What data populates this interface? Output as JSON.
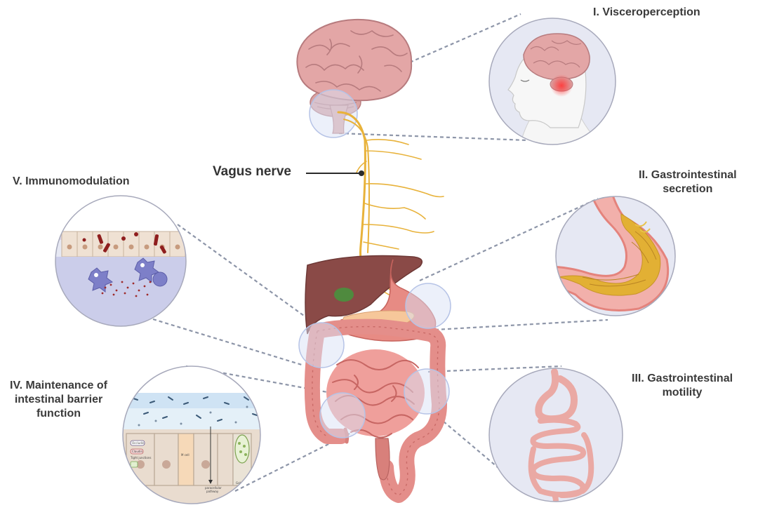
{
  "labels": {
    "vagus_nerve": "Vagus nerve",
    "section_1": "I. Visceroperception",
    "section_2_line1": "II. Gastrointestinal",
    "section_2_line2": "secretion",
    "section_3_line1": "III. Gastrointestinal",
    "section_3_line2": "motility",
    "section_4_line1": "IV. Maintenance of",
    "section_4_line2": "intestinal barrier",
    "section_4_line3": "function",
    "section_5": "V. Immunomodulation"
  },
  "barrier_inset": {
    "tag_1": "Occludin",
    "tag_2": "Claudin",
    "tag_3": "Tight junctions",
    "m_cell": "M cell",
    "paracellular_1": "paracellular",
    "paracellular_2": "pathway",
    "goblet": "Goblet"
  },
  "colors": {
    "nerve": "#e8b23a",
    "inset_bg": "#e6e8f3",
    "inset_border": "#a7a9bb",
    "dashed_line": "#8d95a8",
    "brain": "#e3a6a6",
    "intestine": "#e9a3a0",
    "liver": "#8a4a47",
    "stomach": "#e78b84",
    "label_text": "#3a3a3a"
  }
}
